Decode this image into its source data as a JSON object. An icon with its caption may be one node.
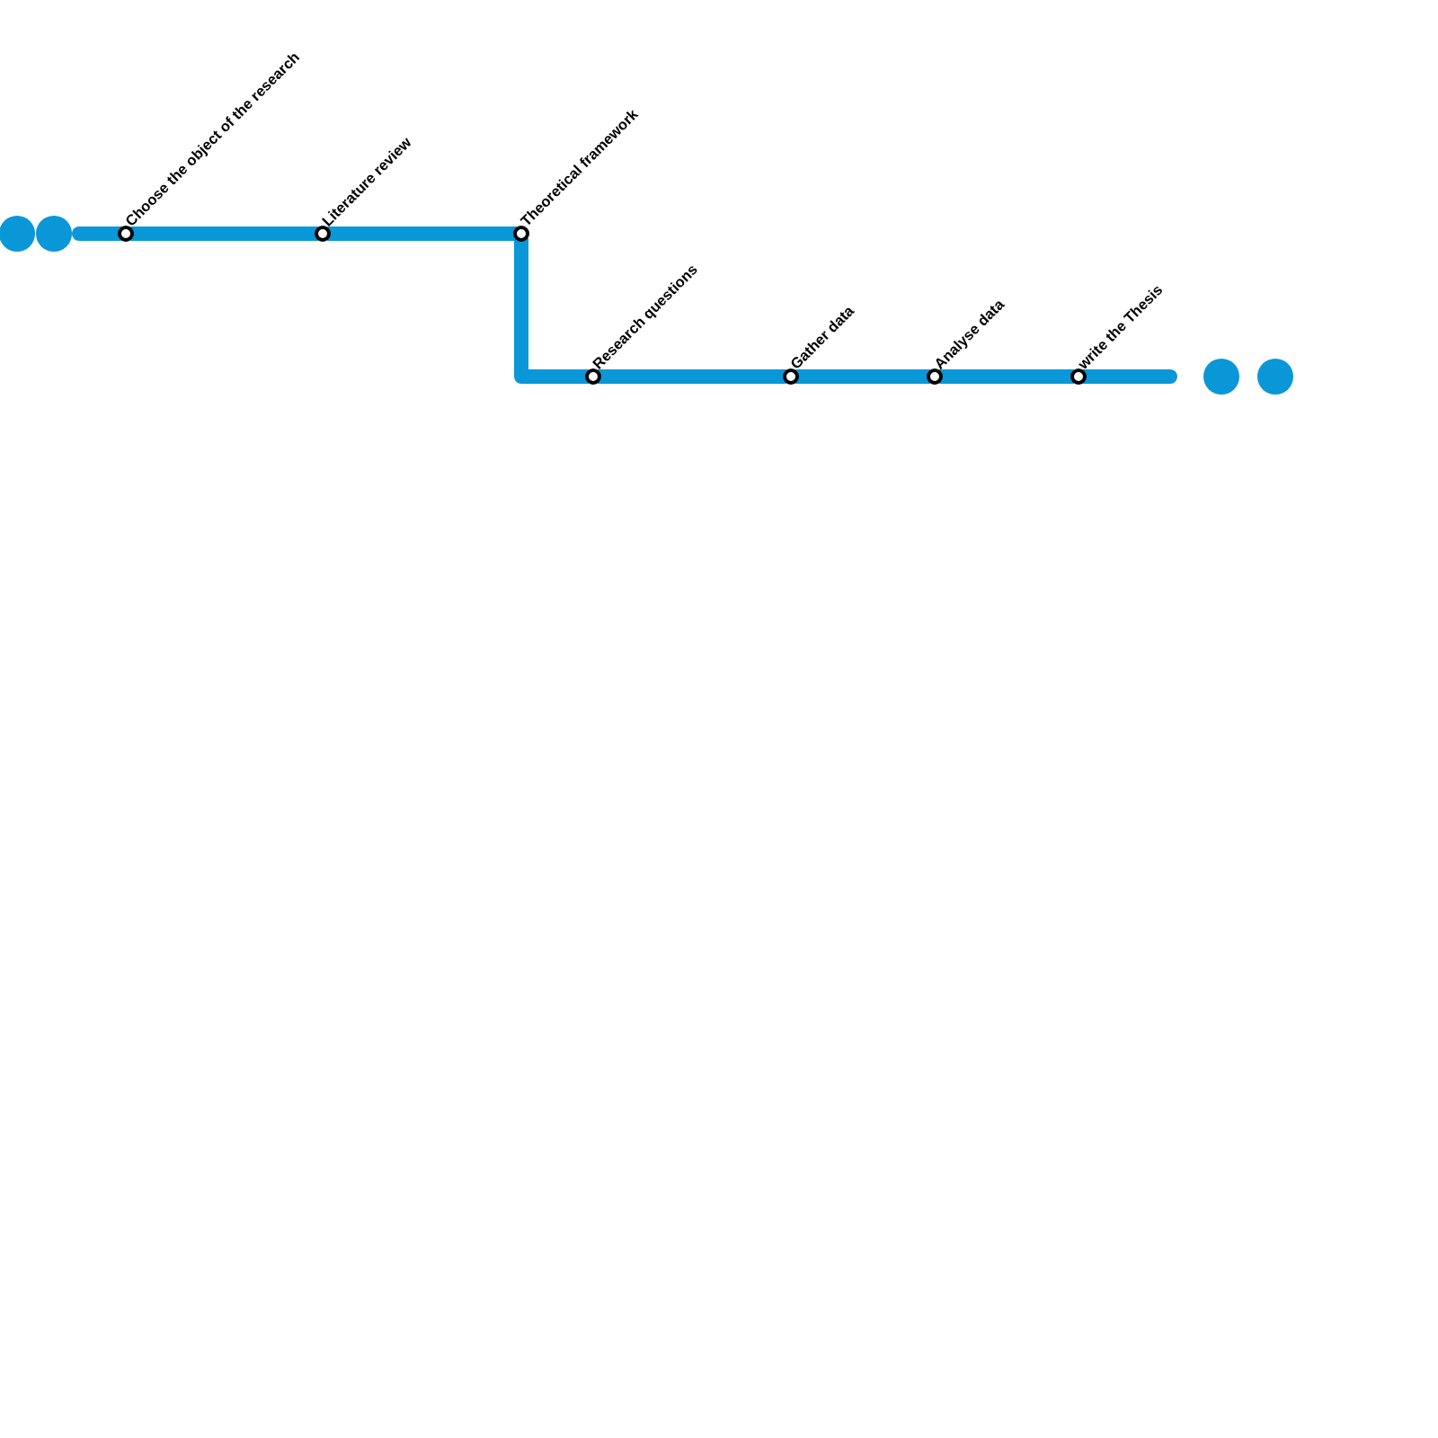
{
  "diagram": {
    "nodes": [
      {
        "text": [],
        "shape": "circle"
      },
      {
        "text": [],
        "shape": "circle"
      },
      {
        "text": [
          "Choose the object of the research"
        ]
      },
      {
        "text": [
          "Literature review"
        ]
      },
      {
        "text": [
          "Theoretical framework"
        ]
      },
      {
        "text": [
          "Research questions"
        ]
      },
      {
        "text": [
          "Gather data"
        ]
      },
      {
        "text": [
          "Analyse data"
        ]
      },
      {
        "text": [
          "write the Thesis"
        ]
      },
      {
        "text": [],
        "shape": "circle"
      },
      {
        "text": [],
        "shape": "circle"
      }
    ],
    "edges": [
      {
        "from": 1,
        "to": 2,
        "arrow": "none",
        "color": "#0a97d7"
      },
      {
        "from": 2,
        "to": 3,
        "arrow": "none",
        "color": "#0a97d7"
      },
      {
        "from": 3,
        "to": 4,
        "arrow": "none",
        "color": "#0a97d7"
      },
      {
        "from": 4,
        "to": 5,
        "arrow": "none",
        "color": "#0a97d7"
      },
      {
        "from": 5,
        "to": 6,
        "arrow": "none",
        "color": "#0a97d7"
      },
      {
        "from": 6,
        "to": 7,
        "arrow": "none",
        "color": "#0a97d7"
      },
      {
        "from": 7,
        "to": 8,
        "arrow": "none",
        "color": "#0a97d7"
      },
      {
        "from": 8,
        "to": null,
        "arrow": "none",
        "color": "#0a97d7"
      }
    ]
  }
}
